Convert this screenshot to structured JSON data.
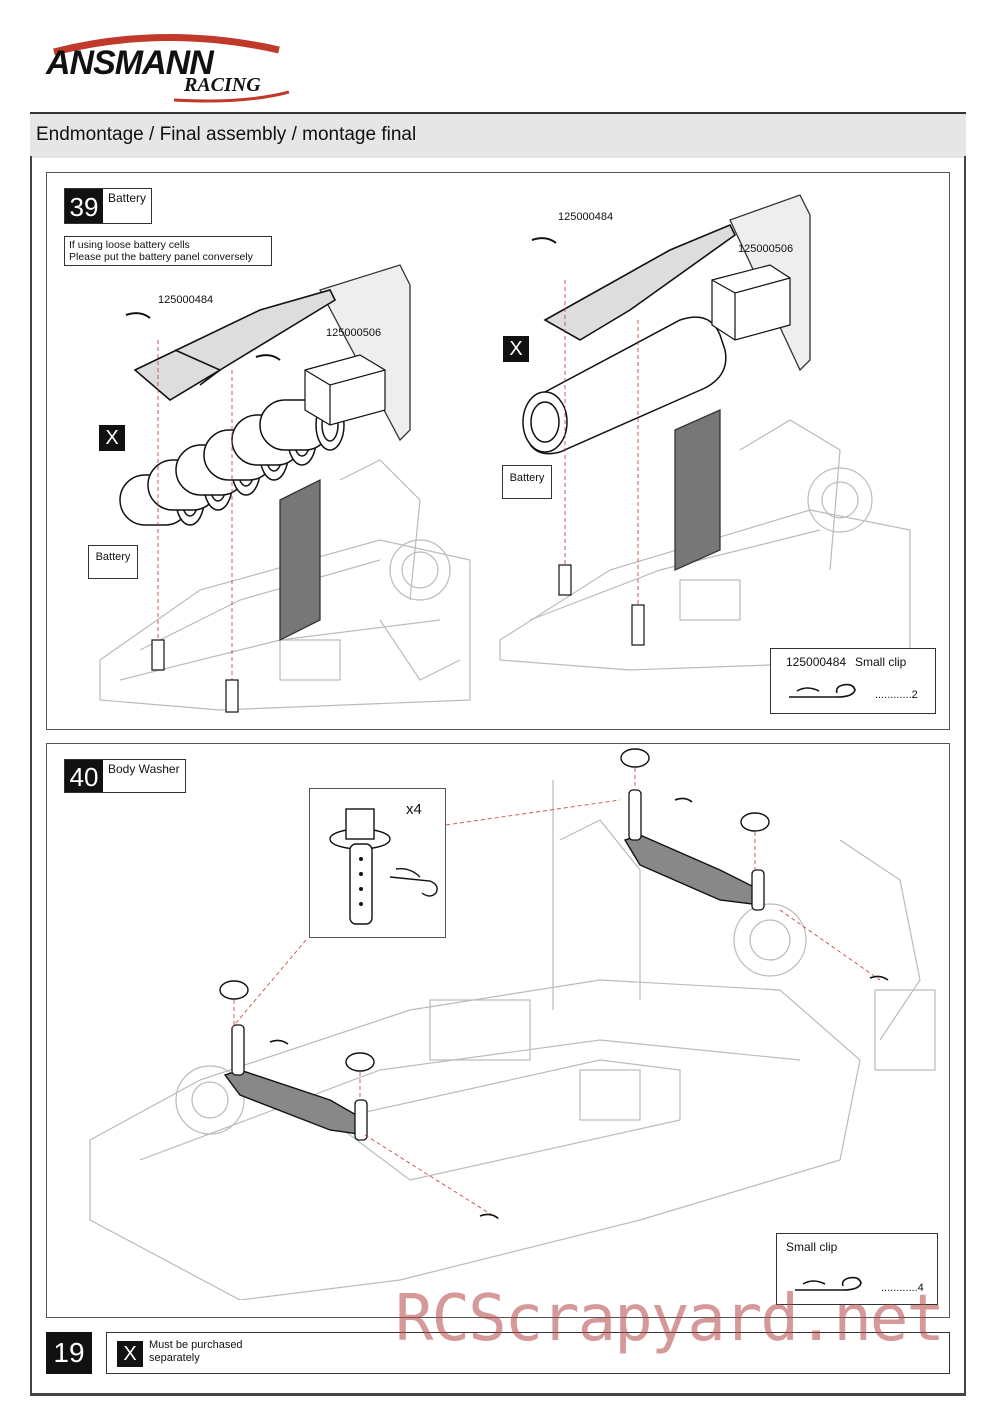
{
  "brand": {
    "name": "ANSMANN",
    "sub": "RACING"
  },
  "header": {
    "title": "Endmontage / Final assembly / montage final"
  },
  "step39": {
    "number": "39",
    "label": "Battery",
    "note_line1": "If using loose battery cells",
    "note_line2": "Please put the battery panel conversely",
    "left": {
      "part_a": "125000484",
      "part_b": "125000506",
      "x_mark": "X",
      "battery_label": "Battery"
    },
    "right": {
      "part_a": "125000484",
      "part_b": "125000506",
      "x_mark": "X",
      "battery_label": "Battery"
    },
    "legend": {
      "part": "125000484",
      "name": "Small clip",
      "qty": "............2"
    }
  },
  "step40": {
    "number": "40",
    "label": "Body Washer",
    "multiplier": "x4",
    "legend": {
      "name": "Small clip",
      "qty": "............4"
    }
  },
  "footer": {
    "page_number": "19",
    "x_mark": "X",
    "note_line1": "Must be purchased",
    "note_line2": "separately"
  },
  "watermark": "RCScrapyard.net",
  "colors": {
    "accent_red": "#c0392b",
    "black": "#111111",
    "header_gray": "#e6e6e6"
  }
}
